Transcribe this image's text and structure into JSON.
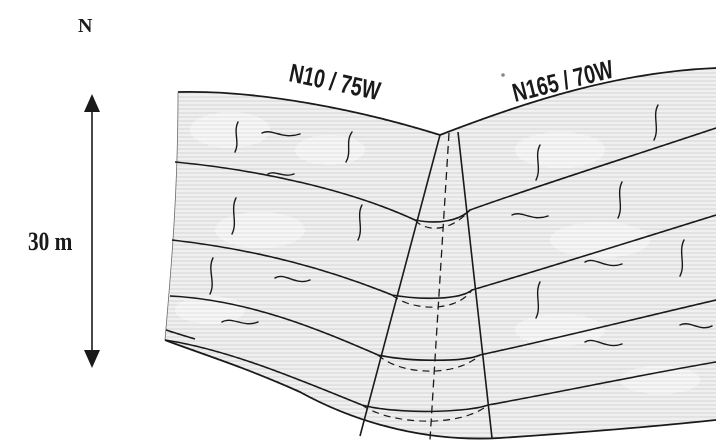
{
  "north_label": "N",
  "scale_label": "30 m",
  "left_limb_label": "N10 / 75W",
  "right_limb_label": "N165 / 70W",
  "colors": {
    "ink": "#1a1a1a",
    "hatch": "#bdbdbd",
    "hatch_dark": "#9a9a9a",
    "paper": "#ffffff"
  }
}
